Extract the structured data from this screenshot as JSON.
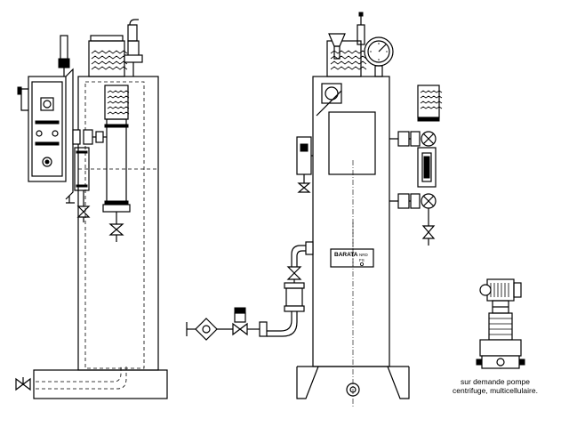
{
  "nameplate": {
    "brand": "BARATA",
    "line2": "NRD",
    "line3": "FS"
  },
  "note": {
    "line1": "sur demande pompe",
    "line2": "centrifuge, multicellulaire."
  },
  "colors": {
    "line": "#000000",
    "background": "#ffffff"
  }
}
